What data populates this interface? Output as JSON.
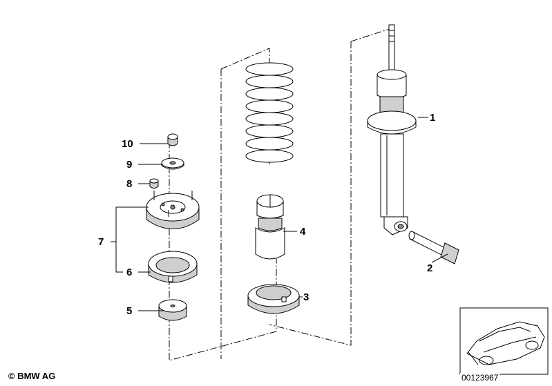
{
  "callouts": {
    "c1": "1",
    "c2": "2",
    "c3": "3",
    "c4": "4",
    "c5": "5",
    "c6": "6",
    "c7": "7",
    "c8": "8",
    "c9": "9",
    "c10": "10"
  },
  "footer": {
    "copyright": "© BMW AG",
    "doc_number": "00123967"
  },
  "colors": {
    "line": "#000000",
    "shade": "#cfcfcf",
    "background": "#ffffff"
  }
}
